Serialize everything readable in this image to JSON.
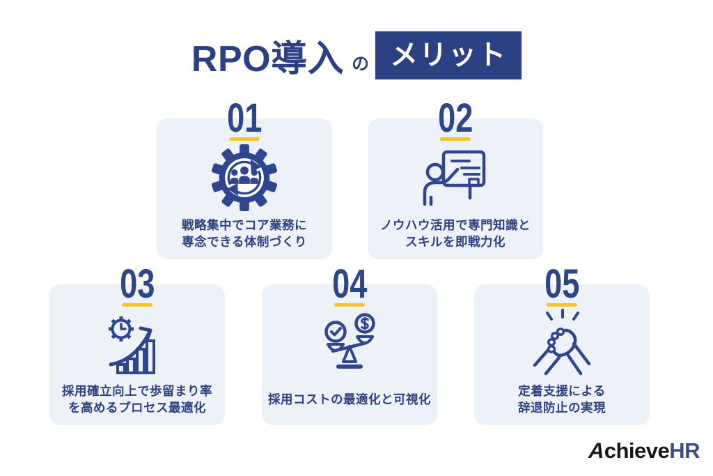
{
  "title": {
    "main": "RPO導入",
    "particle": "の",
    "highlight": "メリット"
  },
  "cards": [
    {
      "number": "01",
      "icon": "gear-people-cycle-icon",
      "lines": [
        "戦略集中でコア業務に",
        "専念できる体制づくり"
      ]
    },
    {
      "number": "02",
      "icon": "trainer-whiteboard-icon",
      "lines": [
        "ノウハウ活用で専門知識と",
        "スキルを即戦力化"
      ]
    },
    {
      "number": "03",
      "icon": "process-optimization-graph-icon",
      "lines": [
        "採用確立向上で歩留まり率",
        "を高めるプロセス最適化"
      ]
    },
    {
      "number": "04",
      "icon": "cost-balance-scale-icon",
      "lines": [
        "採用コストの最適化と可視化"
      ]
    },
    {
      "number": "05",
      "icon": "handshake-grip-icon",
      "lines": [
        "定着支援による",
        "辞退防止の実現"
      ]
    }
  ],
  "logo": {
    "a": "A",
    "achieve_rest": "chieve",
    "hr": "HR"
  },
  "colors": {
    "navy": "#2c4184",
    "icon_navy": "#2e4590",
    "number_navy": "#2c4687",
    "accent_yellow": "#f2c532",
    "card_background": "#edf1f8",
    "page_background": "#ffffff",
    "logo_black": "#17171d",
    "logo_navy": "#3d4d8c"
  }
}
